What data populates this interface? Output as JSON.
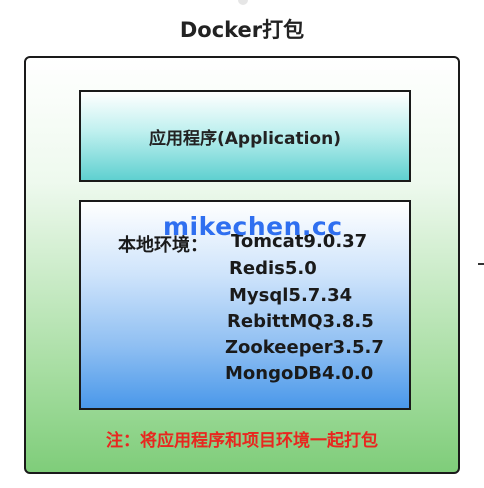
{
  "title": "Docker打包",
  "application_box": {
    "label": "应用程序(Application)"
  },
  "environment_box": {
    "label": "本地环境：",
    "items": [
      "Tomcat9.0.37",
      "Redis5.0",
      "Mysql5.7.34",
      "RebittMQ3.8.5",
      "Zookeeper3.5.7",
      "MongoDB4.0.0"
    ]
  },
  "watermark": "mikechen.cc",
  "note": "注：将应用程序和项目环境一起打包",
  "colors": {
    "outer_fill": "#7fcd7a",
    "app_fill": "#5fd0d0",
    "env_fill": "#4a98ea",
    "watermark": "#2f6ff0",
    "note": "#e8271f"
  }
}
